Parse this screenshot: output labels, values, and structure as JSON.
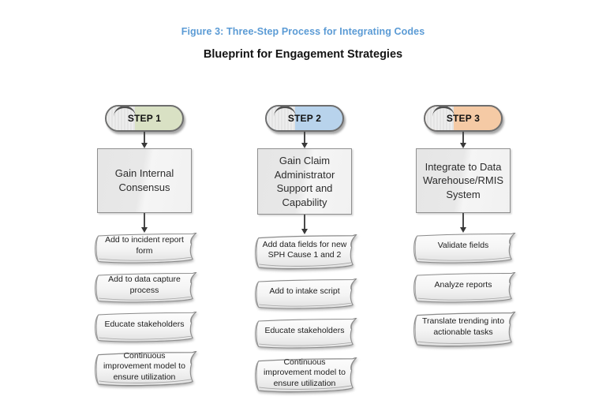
{
  "header": {
    "figure_title": "Figure 3: Three-Step Process for Integrating Codes",
    "subtitle": "Blueprint for Engagement Strategies"
  },
  "colors": {
    "figure_title_blue": "#5b9bd5",
    "step1_fill": "#d9e1c4",
    "step2_fill": "#b8d3ec",
    "step3_fill": "#f5caa5",
    "pill_left_gray": "#e9e9e9",
    "box_gray": "#ebebeb",
    "outline_gray": "#6e6e6e"
  },
  "columns": [
    {
      "step_label": "STEP 1",
      "box": "Gain Internal Consensus",
      "tasks": [
        "Add to incident report form",
        "Add to data capture process",
        "Educate stakeholders",
        "Continuous improvement model to ensure utilization"
      ]
    },
    {
      "step_label": "STEP 2",
      "box": "Gain Claim Administrator Support and Capability",
      "tasks": [
        "Add data fields for new SPH Cause 1 and 2",
        "Add to intake script",
        "Educate stakeholders",
        "Continuous improvement model to ensure utilization"
      ]
    },
    {
      "step_label": "STEP 3",
      "box": "Integrate to Data Warehouse/RMIS System",
      "tasks": [
        "Validate fields",
        "Analyze reports",
        "Translate trending into actionable tasks"
      ]
    }
  ]
}
